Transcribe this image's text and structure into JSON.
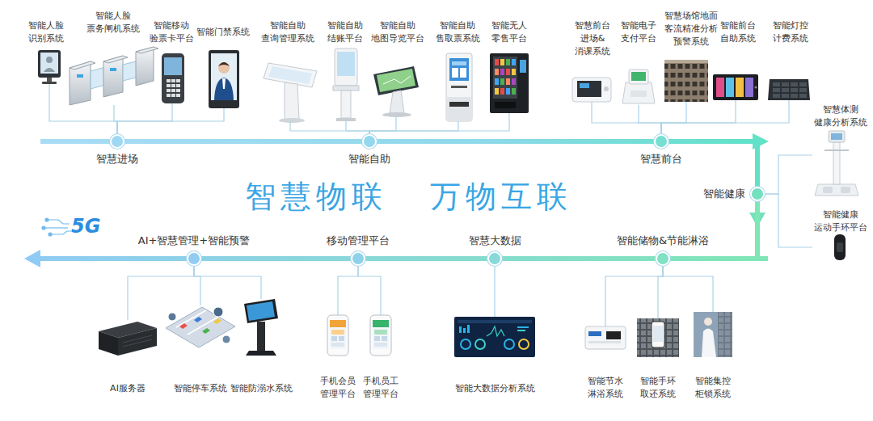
{
  "diagram": {
    "nodes": [
      {
        "text": [
          "智能人脸 识别系统"
        ]
      },
      {
        "text": [
          "智能人脸 票务闸机系统"
        ]
      },
      {
        "text": [
          "智能移动 验票卡平台"
        ]
      },
      {
        "text": [
          "智能门禁系统"
        ]
      },
      {
        "text": [
          "智能自助 查询管理系统"
        ]
      },
      {
        "text": [
          "智能自助 结账平台"
        ]
      },
      {
        "text": [
          "智能自助 地图导览平台"
        ]
      },
      {
        "text": [
          "智能自助 售取票系统"
        ]
      },
      {
        "text": [
          "智能无人 零售平台"
        ]
      },
      {
        "text": [
          "智慧前台 进场&消课系统"
        ]
      },
      {
        "text": [
          "智能电子 支付平台"
        ]
      },
      {
        "text": [
          "智慧场馆地面 客流精准分析 预警系统"
        ]
      },
      {
        "text": [
          "智能前台 自助系统"
        ]
      },
      {
        "text": [
          "智能灯控 计费系统"
        ]
      },
      {
        "text": [
          "智慧进场"
        ]
      },
      {
        "text": [
          "智能自助"
        ]
      },
      {
        "text": [
          "智慧前台"
        ]
      },
      {
        "text": [
          "智慧体测 健康分析系统"
        ]
      },
      {
        "text": [
          "智能健康"
        ]
      },
      {
        "text": [
          "智能健康 运动手环平台"
        ]
      },
      {
        "text": [
          "AI+智慧管理+智能预警"
        ]
      },
      {
        "text": [
          "移动管理平台"
        ]
      },
      {
        "text": [
          "智慧大数据"
        ]
      },
      {
        "text": [
          "智能储物&节能淋浴"
        ]
      },
      {
        "text": [
          "AI服务器"
        ]
      },
      {
        "text": [
          "智能停车系统"
        ]
      },
      {
        "text": [
          "智能防溺水系统"
        ]
      },
      {
        "text": [
          "手机会员 管理平台"
        ]
      },
      {
        "text": [
          "手机员工 管理平台"
        ]
      },
      {
        "text": [
          "智能大数据分析系统"
        ]
      },
      {
        "text": [
          "智能节水 淋浴系统"
        ]
      },
      {
        "text": [
          "智能手环 取还系统"
        ]
      },
      {
        "text": [
          "智能集控 柜锁系统"
        ]
      }
    ],
    "edges": [
      {
        "from": 14,
        "to": 15,
        "arrow": "none"
      },
      {
        "from": 15,
        "to": 16,
        "arrow": "none"
      },
      {
        "from": 16,
        "to": 18,
        "arrow": "none"
      },
      {
        "from": 18,
        "to": 23,
        "arrow": "none"
      },
      {
        "from": 23,
        "to": 22,
        "arrow": "none"
      },
      {
        "from": 22,
        "to": 21,
        "arrow": "none"
      },
      {
        "from": 21,
        "to": 20,
        "arrow": "none"
      },
      {
        "from": 14,
        "to": 0,
        "arrow": "none"
      },
      {
        "from": 14,
        "to": 1,
        "arrow": "none"
      },
      {
        "from": 14,
        "to": 2,
        "arrow": "none"
      },
      {
        "from": 14,
        "to": 3,
        "arrow": "none"
      },
      {
        "from": 15,
        "to": 4,
        "arrow": "none"
      },
      {
        "from": 15,
        "to": 5,
        "arrow": "none"
      },
      {
        "from": 15,
        "to": 6,
        "arrow": "none"
      },
      {
        "from": 15,
        "to": 7,
        "arrow": "none"
      },
      {
        "from": 15,
        "to": 8,
        "arrow": "none"
      },
      {
        "from": 16,
        "to": 9,
        "arrow": "none"
      },
      {
        "from": 16,
        "to": 10,
        "arrow": "none"
      },
      {
        "from": 16,
        "to": 11,
        "arrow": "none"
      },
      {
        "from": 16,
        "to": 12,
        "arrow": "none"
      },
      {
        "from": 16,
        "to": 13,
        "arrow": "none"
      },
      {
        "from": 18,
        "to": 17,
        "arrow": "none"
      },
      {
        "from": 18,
        "to": 19,
        "arrow": "none"
      },
      {
        "from": 20,
        "to": 24,
        "arrow": "none"
      },
      {
        "from": 20,
        "to": 25,
        "arrow": "none"
      },
      {
        "from": 20,
        "to": 26,
        "arrow": "none"
      },
      {
        "from": 21,
        "to": 27,
        "arrow": "none"
      },
      {
        "from": 21,
        "to": 28,
        "arrow": "none"
      },
      {
        "from": 22,
        "to": 29,
        "arrow": "none"
      },
      {
        "from": 23,
        "to": 30,
        "arrow": "none"
      },
      {
        "from": 23,
        "to": 31,
        "arrow": "none"
      },
      {
        "from": 23,
        "to": 32,
        "arrow": "none"
      }
    ],
    "labels": [
      "智慧物联",
      "万物互联",
      "5G"
    ]
  }
}
